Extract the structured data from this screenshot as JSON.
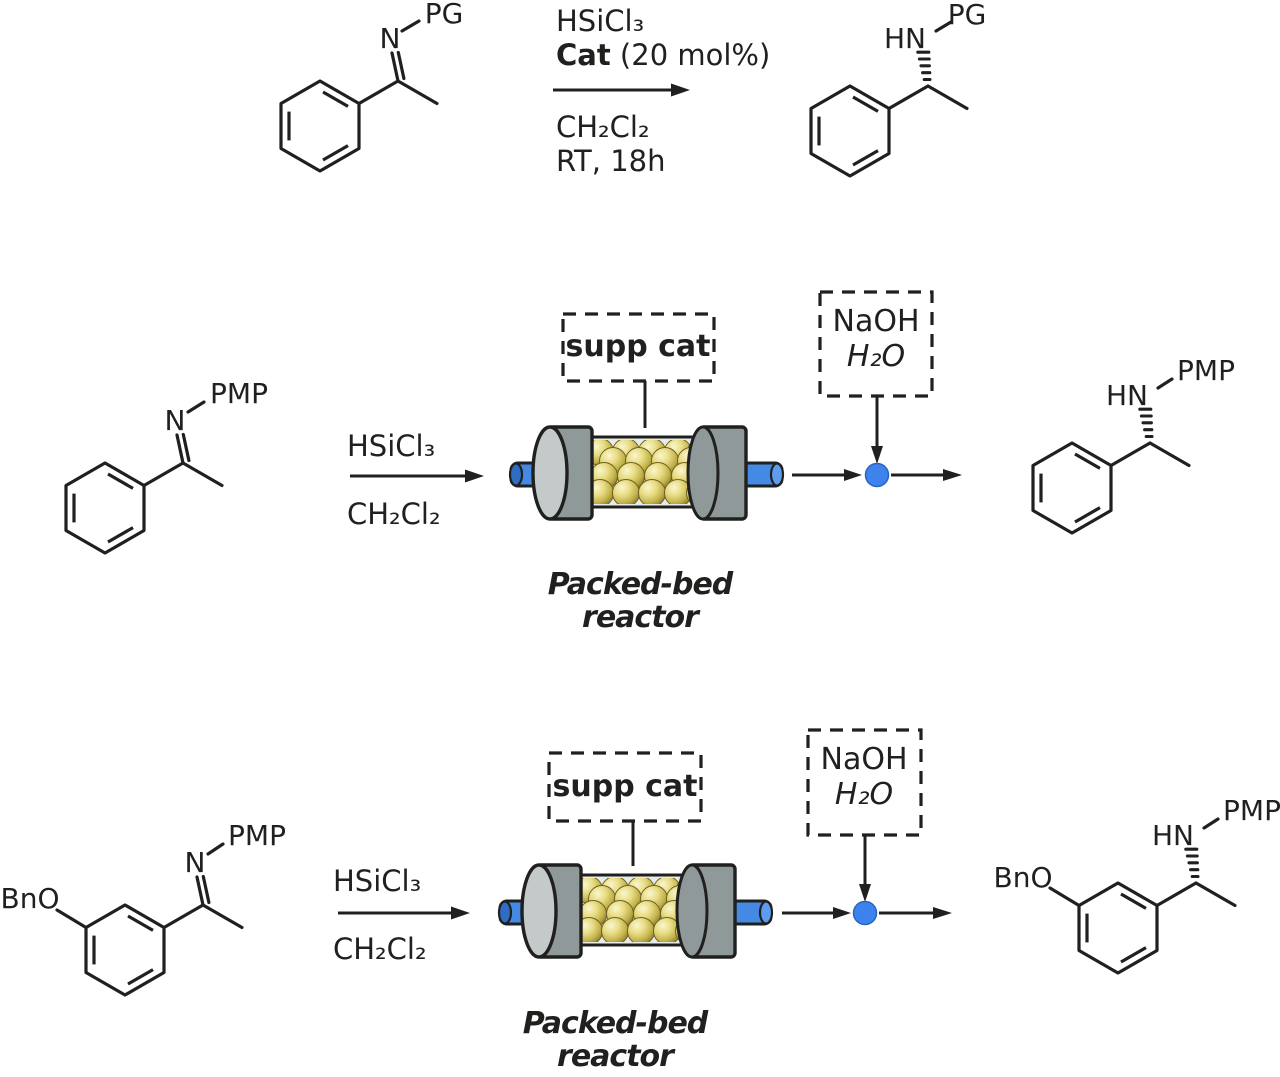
{
  "figure": {
    "description": "Asymmetric imine reduction with trichlorosilane: batch reaction (top) and continuous-flow packed-bed reactor setups (middle, bottom)",
    "colors": {
      "ink": "#20201e",
      "port_blue": "#4489e4",
      "junction_blue": "#3e82ee",
      "cap_gray": "#8f999a",
      "cap_face": "#c4caca",
      "tube_fill": "#e7ebea",
      "bead_gold": "#d9cb66"
    }
  },
  "row1": {
    "substrate": {
      "n": "N",
      "r": "PG"
    },
    "arrow_text": {
      "above1": "HSiCl₃",
      "above2_bold": "Cat",
      "above2_rest": " (20 mol%)",
      "below1": "CH₂Cl₂",
      "below2": "RT, 18h"
    },
    "product": {
      "hn": "HN",
      "r": "PG"
    }
  },
  "row2": {
    "substrate": {
      "n": "N",
      "r": "PMP"
    },
    "arrow_text": {
      "above": "HSiCl₃",
      "below": "CH₂Cl₂"
    },
    "supp_cat_box": {
      "label": "supp cat"
    },
    "naoh_box": {
      "line1": "NaOH",
      "line2": "H₂O"
    },
    "caption": {
      "line1": "Packed-bed",
      "line2": "reactor"
    },
    "product": {
      "hn": "HN",
      "r": "PMP"
    }
  },
  "row3": {
    "substrate": {
      "substituent": "BnO",
      "n": "N",
      "r": "PMP"
    },
    "arrow_text": {
      "above": "HSiCl₃",
      "below": "CH₂Cl₂"
    },
    "supp_cat_box": {
      "label": "supp cat"
    },
    "naoh_box": {
      "line1": "NaOH",
      "line2": "H₂O"
    },
    "caption": {
      "line1": "Packed-bed",
      "line2": "reactor"
    },
    "product": {
      "substituent": "BnO",
      "hn": "HN",
      "r": "PMP"
    }
  }
}
